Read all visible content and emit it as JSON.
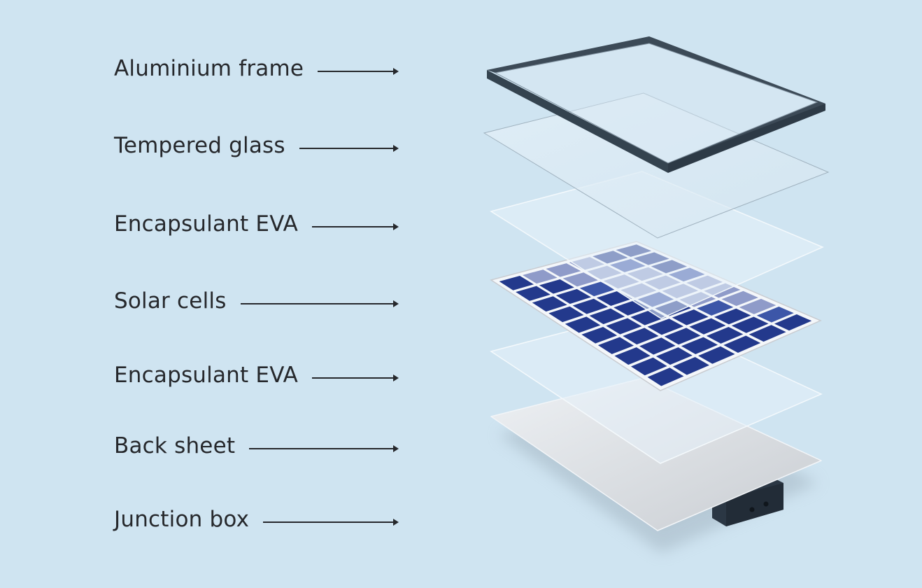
{
  "labels": [
    {
      "text": "Aluminium frame"
    },
    {
      "text": "Tempered glass"
    },
    {
      "text": "Encapsulant EVA"
    },
    {
      "text": "Solar cells"
    },
    {
      "text": "Encapsulant EVA"
    },
    {
      "text": "Back sheet"
    },
    {
      "text": "Junction box"
    }
  ],
  "colors": {
    "background": "#cfe4f1",
    "frame": "#34434f",
    "cell": "#23398c",
    "text": "#26282c"
  }
}
